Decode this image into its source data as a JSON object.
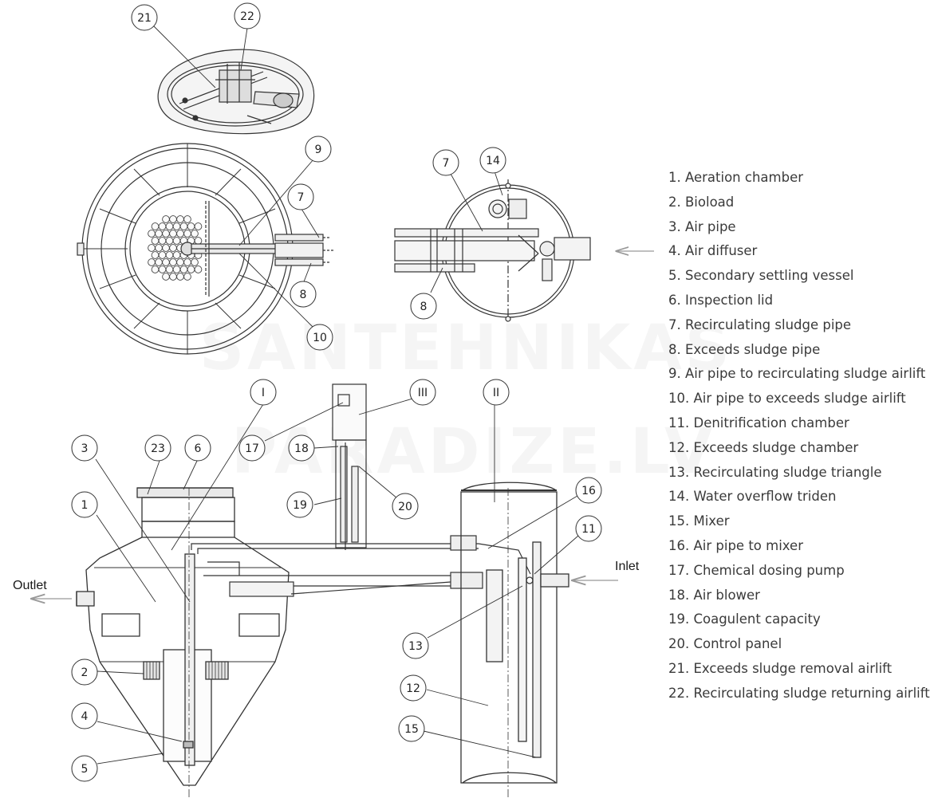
{
  "watermark": {
    "line1": "SANTEHNIKAS",
    "line2": "PARADIZE.LV"
  },
  "labels": {
    "outlet": "Outlet",
    "inlet": "Inlet"
  },
  "callouts": {
    "c1": "1",
    "c2": "2",
    "c3": "3",
    "c4": "4",
    "c5": "5",
    "c6": "6",
    "c7a": "7",
    "c7b": "7",
    "c8a": "8",
    "c8b": "8",
    "c9": "9",
    "c10": "10",
    "c11": "11",
    "c12": "12",
    "c13": "13",
    "c14": "14",
    "c15": "15",
    "c16": "16",
    "c17": "17",
    "c18": "18",
    "c19": "19",
    "c20": "20",
    "c21": "21",
    "c22": "22",
    "c23": "23",
    "cI": "I",
    "cII": "II",
    "cIII": "III"
  },
  "legend": [
    "1. Aeration chamber",
    "2.  Bioload",
    "3.  Air pipe",
    "4.  Air diffuser",
    "5.  Secondary settling vessel",
    "6.  Inspection lid",
    "7.  Recirculating sludge pipe",
    "8.  Exceeds sludge pipe",
    "9.  Air pipe to recirculating sludge airlift",
    "10. Air pipe to exceeds sludge airlift",
    "11. Denitrification chamber",
    "12. Exceeds sludge chamber",
    "13. Recirculating sludge triangle",
    "14. Water overflow triden",
    "15. Mixer",
    "16. Air pipe to mixer",
    "17. Chemical dosing pump",
    "18. Air blower",
    "19. Coagulent capacity",
    "20. Control panel",
    "21. Exceeds sludge removal airlift",
    "22. Recirculating sludge returning airlift"
  ]
}
